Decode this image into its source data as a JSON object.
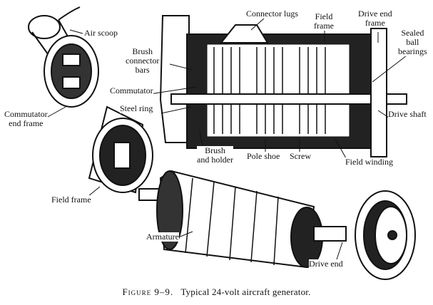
{
  "labels": {
    "air_scoop": "Air scoop",
    "connector_lugs": "Connector lugs",
    "field_frame_top": [
      "Field",
      "frame"
    ],
    "drive_end_frame": [
      "Drive end",
      "frame"
    ],
    "sealed_ball_bearings": [
      "Sealed",
      "ball",
      "bearings"
    ],
    "brush_connector_bars": [
      "Brush",
      "connector",
      "bars"
    ],
    "commutator": "Commutator",
    "steel_ring": "Steel ring",
    "drive_shaft": "Drive shaft",
    "commutator_end_frame": [
      "Commutator",
      "end frame"
    ],
    "brush_and_holder": [
      "Brush",
      "and holder"
    ],
    "pole_shoe": "Pole shoe",
    "screw": "Screw",
    "field_winding": "Field winding",
    "field_frame_bottom": "Field frame",
    "armature": "Armature",
    "drive_end": "Drive end"
  },
  "caption": {
    "figure": "Figure 9–9.",
    "text": "Typical 24-volt aircraft generator."
  }
}
